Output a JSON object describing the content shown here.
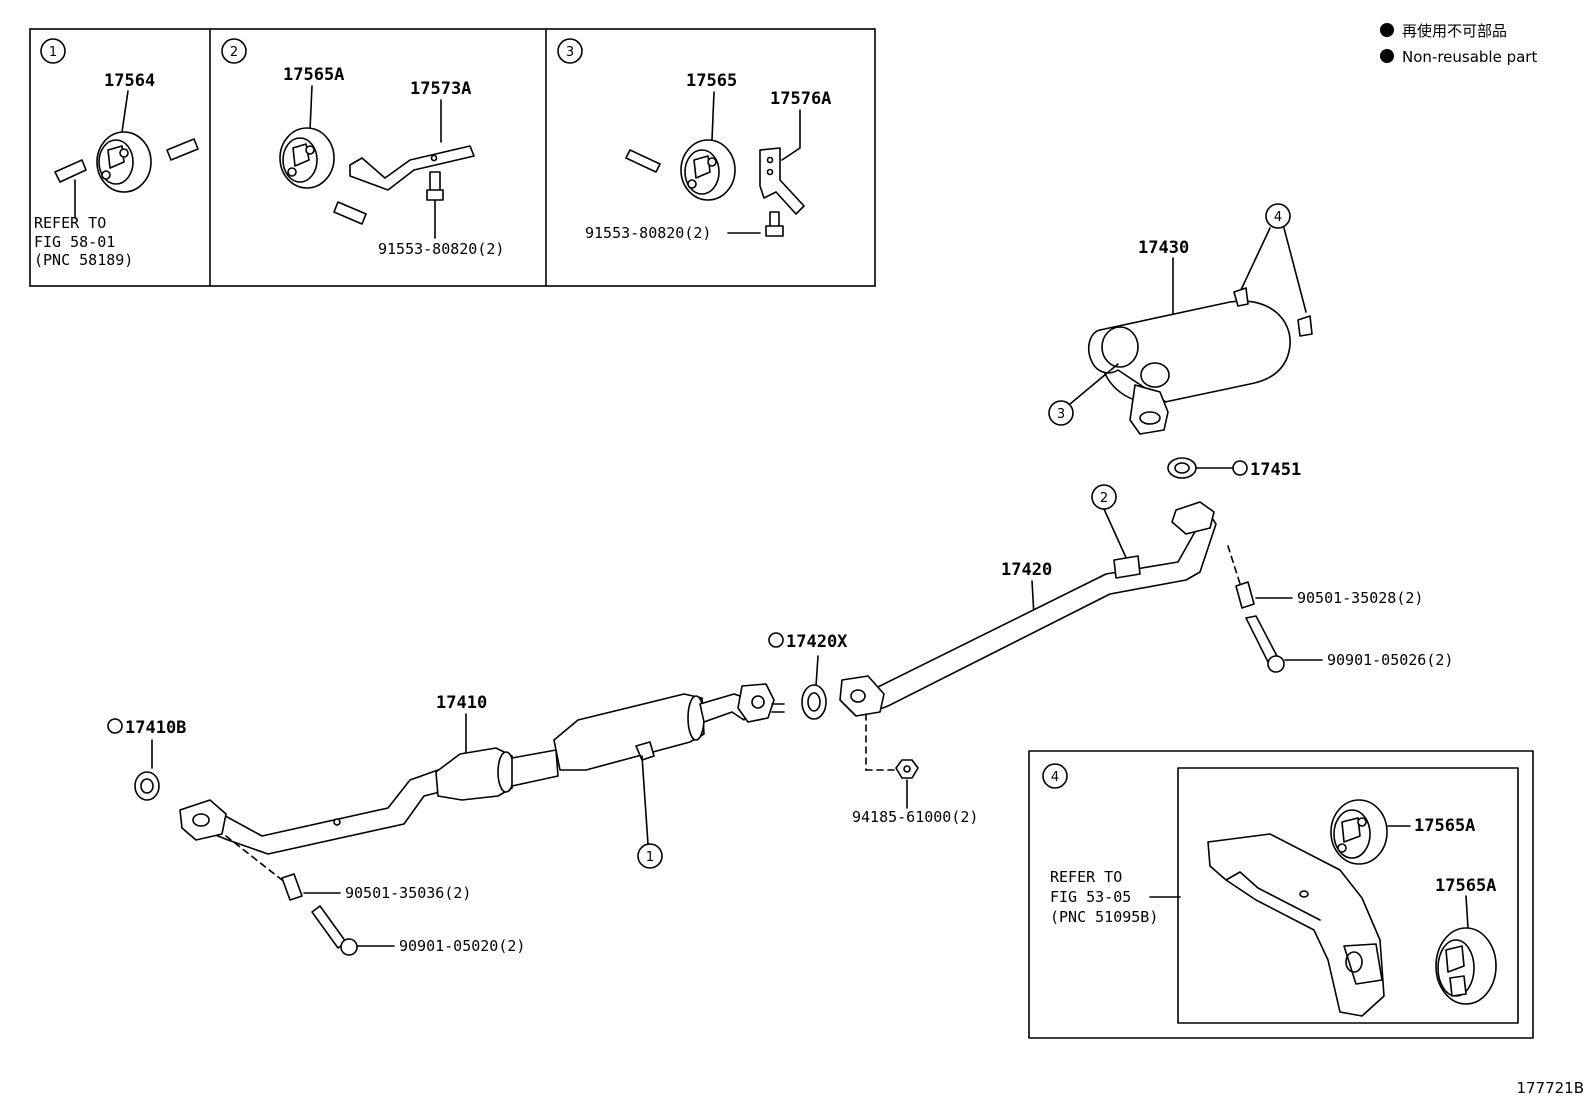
{
  "legend": {
    "line_jp": "再使用不可部品",
    "line_en": "Non-reusable part"
  },
  "figure_id": "177721B",
  "insets": {
    "inset1": {
      "num": "1",
      "part": "17564",
      "note": [
        "REFER TO",
        "FIG 58-01",
        "(PNC 58189)"
      ]
    },
    "inset2": {
      "num": "2",
      "part_a": "17565A",
      "part_b": "17573A",
      "bolt": "91553-80820(2)"
    },
    "inset3": {
      "num": "3",
      "part_a": "17565",
      "part_b": "17576A",
      "bolt": "91553-80820(2)"
    },
    "inset4": {
      "num": "4",
      "part_a": "17565A",
      "part_b": "17565A",
      "note": [
        "REFER TO",
        "FIG 53-05",
        "(PNC 51095B)"
      ]
    }
  },
  "callouts": {
    "muffler": "17430",
    "muffler_ref4": "4",
    "muffler_ref3": "3",
    "gasket_17451": "17451",
    "center_pipe": "17420",
    "center_pipe_ref2": "2",
    "spring_upper": "90501-35028(2)",
    "bolt_upper": "90901-05026(2)",
    "gasket_17420x": "17420X",
    "nut": "94185-61000(2)",
    "front_pipe": "17410",
    "front_pipe_ref1": "1",
    "gasket_17410b": "17410B",
    "spring_lower": "90501-35036(2)",
    "bolt_lower": "90901-05020(2)"
  }
}
